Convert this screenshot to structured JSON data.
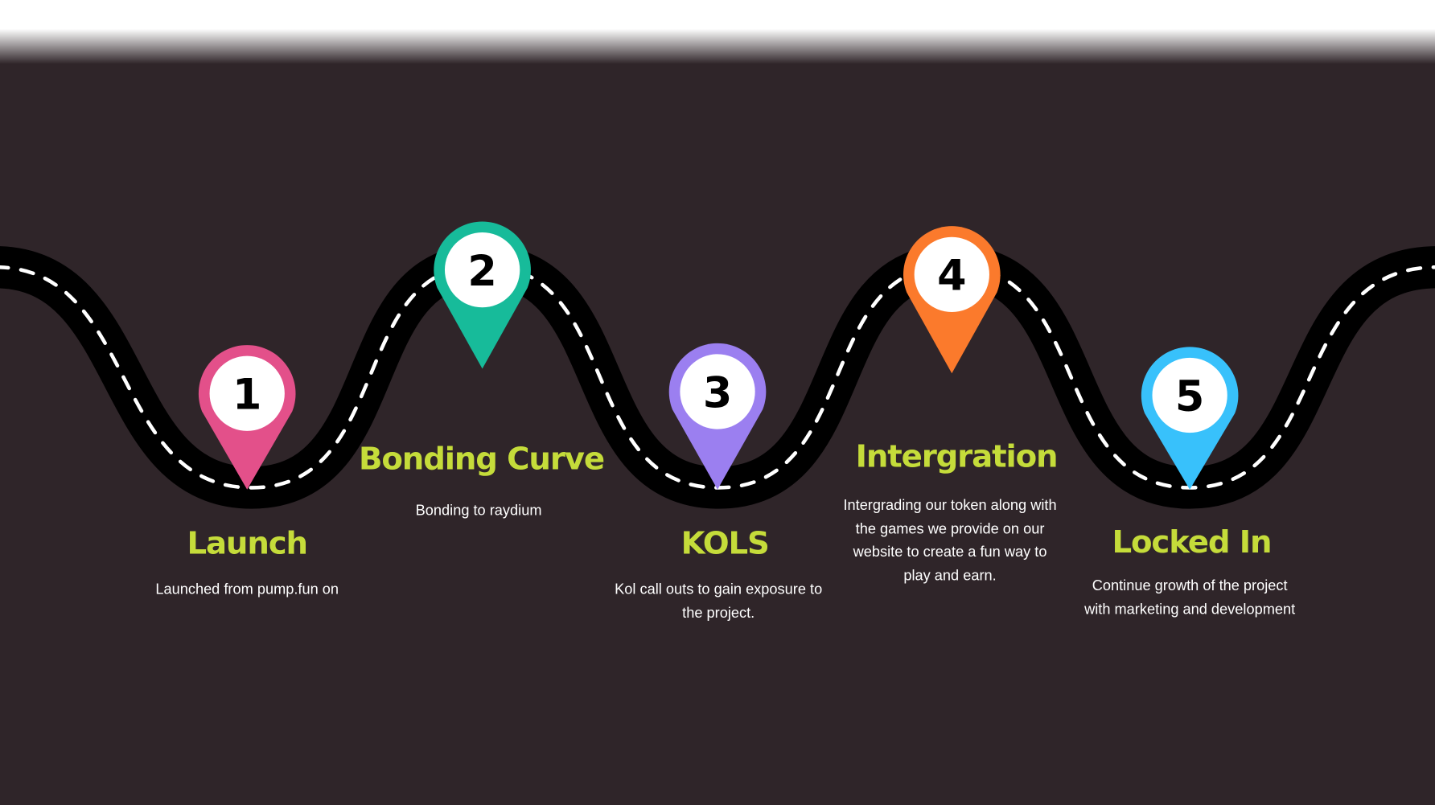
{
  "steps": [
    {
      "number": "1",
      "title": "Launch",
      "description": "Launched from pump.fun on",
      "color": "#e3508a"
    },
    {
      "number": "2",
      "title": "Bonding Curve",
      "description": "Bonding to raydium",
      "color": "#17bb9a"
    },
    {
      "number": "3",
      "title": "KOLS",
      "description": "Kol call outs to gain exposure to the project.",
      "color": "#9b7ff0"
    },
    {
      "number": "4",
      "title": "Intergration",
      "description": "Intergrading our token along with the games we provide on our website to create a fun way to play and earn.",
      "color": "#fb7a2c"
    },
    {
      "number": "5",
      "title": "Locked In",
      "description": "Continue growth of the project with marketing and development",
      "color": "#38c1fb"
    }
  ],
  "colors": {
    "background": "#2f2529",
    "accent": "#c5dc3a",
    "road": "#000000"
  }
}
